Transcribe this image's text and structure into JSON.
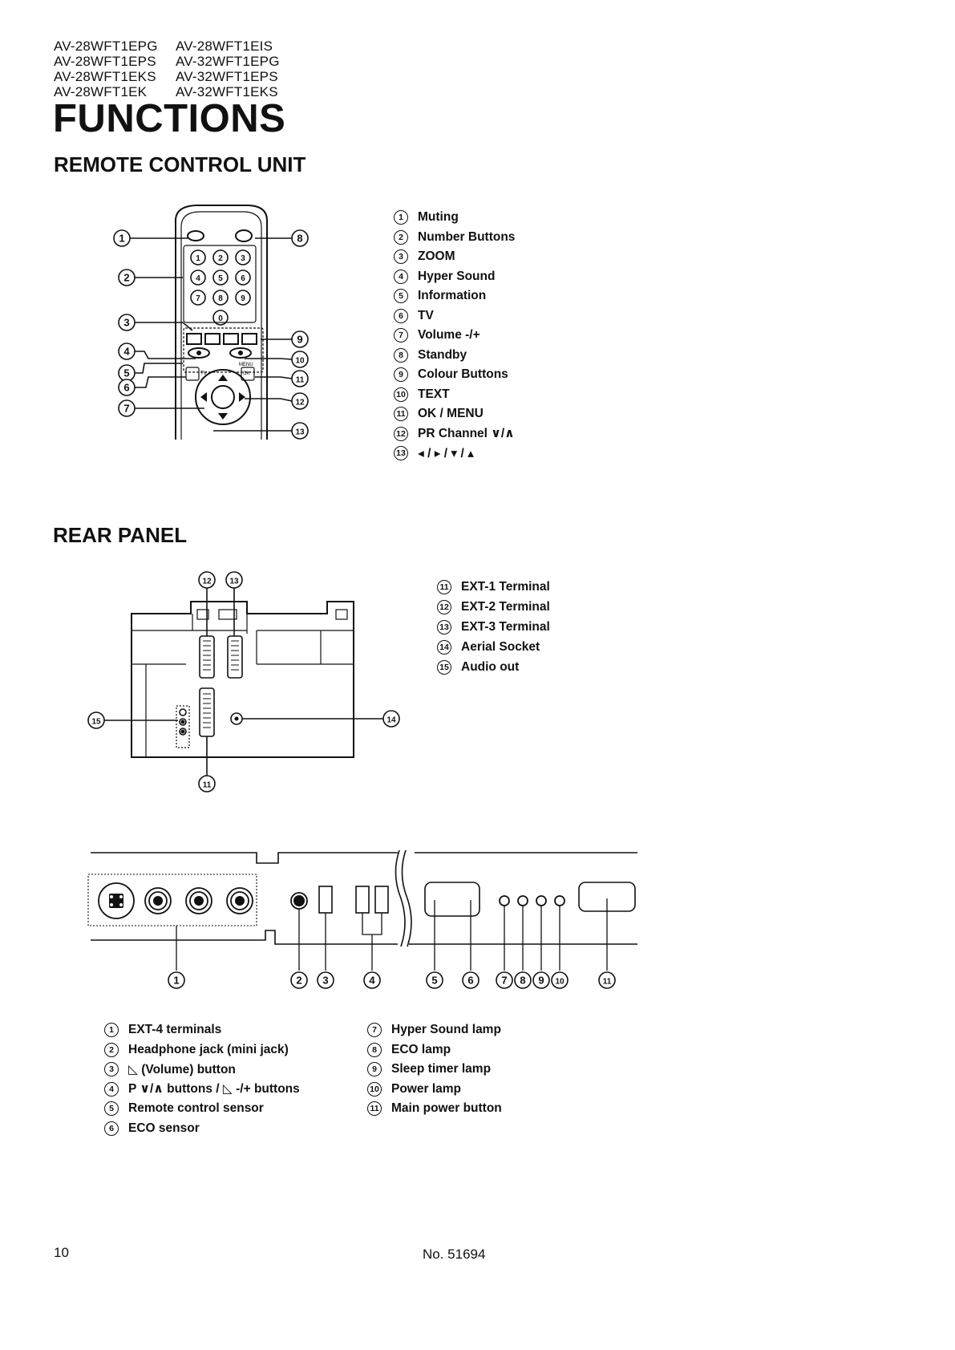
{
  "models": [
    "AV-28WFT1EPG",
    "AV-28WFT1EIS",
    "AV-28WFT1EPS",
    "AV-32WFT1EPG",
    "AV-28WFT1EKS",
    "AV-32WFT1EPS",
    "AV-28WFT1EK",
    "AV-32WFT1EKS"
  ],
  "title": "FUNCTIONS",
  "remote": {
    "heading": "REMOTE CONTROL UNIT",
    "items": [
      {
        "num": "1",
        "label": "Muting"
      },
      {
        "num": "2",
        "label": "Number Buttons"
      },
      {
        "num": "3",
        "label": "ZOOM"
      },
      {
        "num": "4",
        "label": "Hyper Sound"
      },
      {
        "num": "5",
        "label": "Information"
      },
      {
        "num": "6",
        "label": "TV"
      },
      {
        "num": "7",
        "label": "Volume -/+"
      },
      {
        "num": "8",
        "label": "Standby"
      },
      {
        "num": "9",
        "label": "Colour Buttons"
      },
      {
        "num": "10",
        "label": "TEXT"
      },
      {
        "num": "11",
        "label": "OK / MENU"
      },
      {
        "num": "12",
        "label": "PR Channel ∨/∧"
      },
      {
        "num": "13",
        "label": "◂ / ▸ / ▾ / ▴"
      }
    ],
    "callouts": [
      "1",
      "2",
      "3",
      "4",
      "5",
      "6",
      "7",
      "8",
      "9",
      "10",
      "11",
      "12",
      "13"
    ],
    "keypad": [
      "1",
      "2",
      "3",
      "4",
      "5",
      "6",
      "7",
      "8",
      "9",
      "0"
    ],
    "key_labels": {
      "tv": "TV",
      "menu": "MENU",
      "ok": "OK"
    }
  },
  "rear": {
    "heading": "REAR PANEL",
    "items": [
      {
        "num": "11",
        "label": "EXT-1 Terminal"
      },
      {
        "num": "12",
        "label": "EXT-2 Terminal"
      },
      {
        "num": "13",
        "label": "EXT-3 Terminal"
      },
      {
        "num": "14",
        "label": "Aerial Socket"
      },
      {
        "num": "15",
        "label": "Audio out"
      }
    ],
    "callouts": [
      "12",
      "13",
      "15",
      "14",
      "11"
    ]
  },
  "front": {
    "callouts": [
      "1",
      "2",
      "3",
      "4",
      "5",
      "6",
      "7",
      "8",
      "9",
      "10",
      "11"
    ],
    "items_left": [
      {
        "num": "1",
        "label": "EXT-4 terminals"
      },
      {
        "num": "2",
        "label": "Headphone jack (mini jack)"
      },
      {
        "num": "3",
        "label": "◺ (Volume) button"
      },
      {
        "num": "4",
        "label": "P ∨/∧ buttons / ◺ -/+ buttons"
      },
      {
        "num": "5",
        "label": "Remote control sensor"
      },
      {
        "num": "6",
        "label": "ECO sensor"
      }
    ],
    "items_right": [
      {
        "num": "7",
        "label": "Hyper Sound lamp"
      },
      {
        "num": "8",
        "label": "ECO lamp"
      },
      {
        "num": "9",
        "label": "Sleep timer lamp"
      },
      {
        "num": "10",
        "label": "Power lamp"
      },
      {
        "num": "11",
        "label": "Main power button"
      }
    ]
  },
  "footer": {
    "page": "10",
    "doc_no": "No. 51694"
  }
}
